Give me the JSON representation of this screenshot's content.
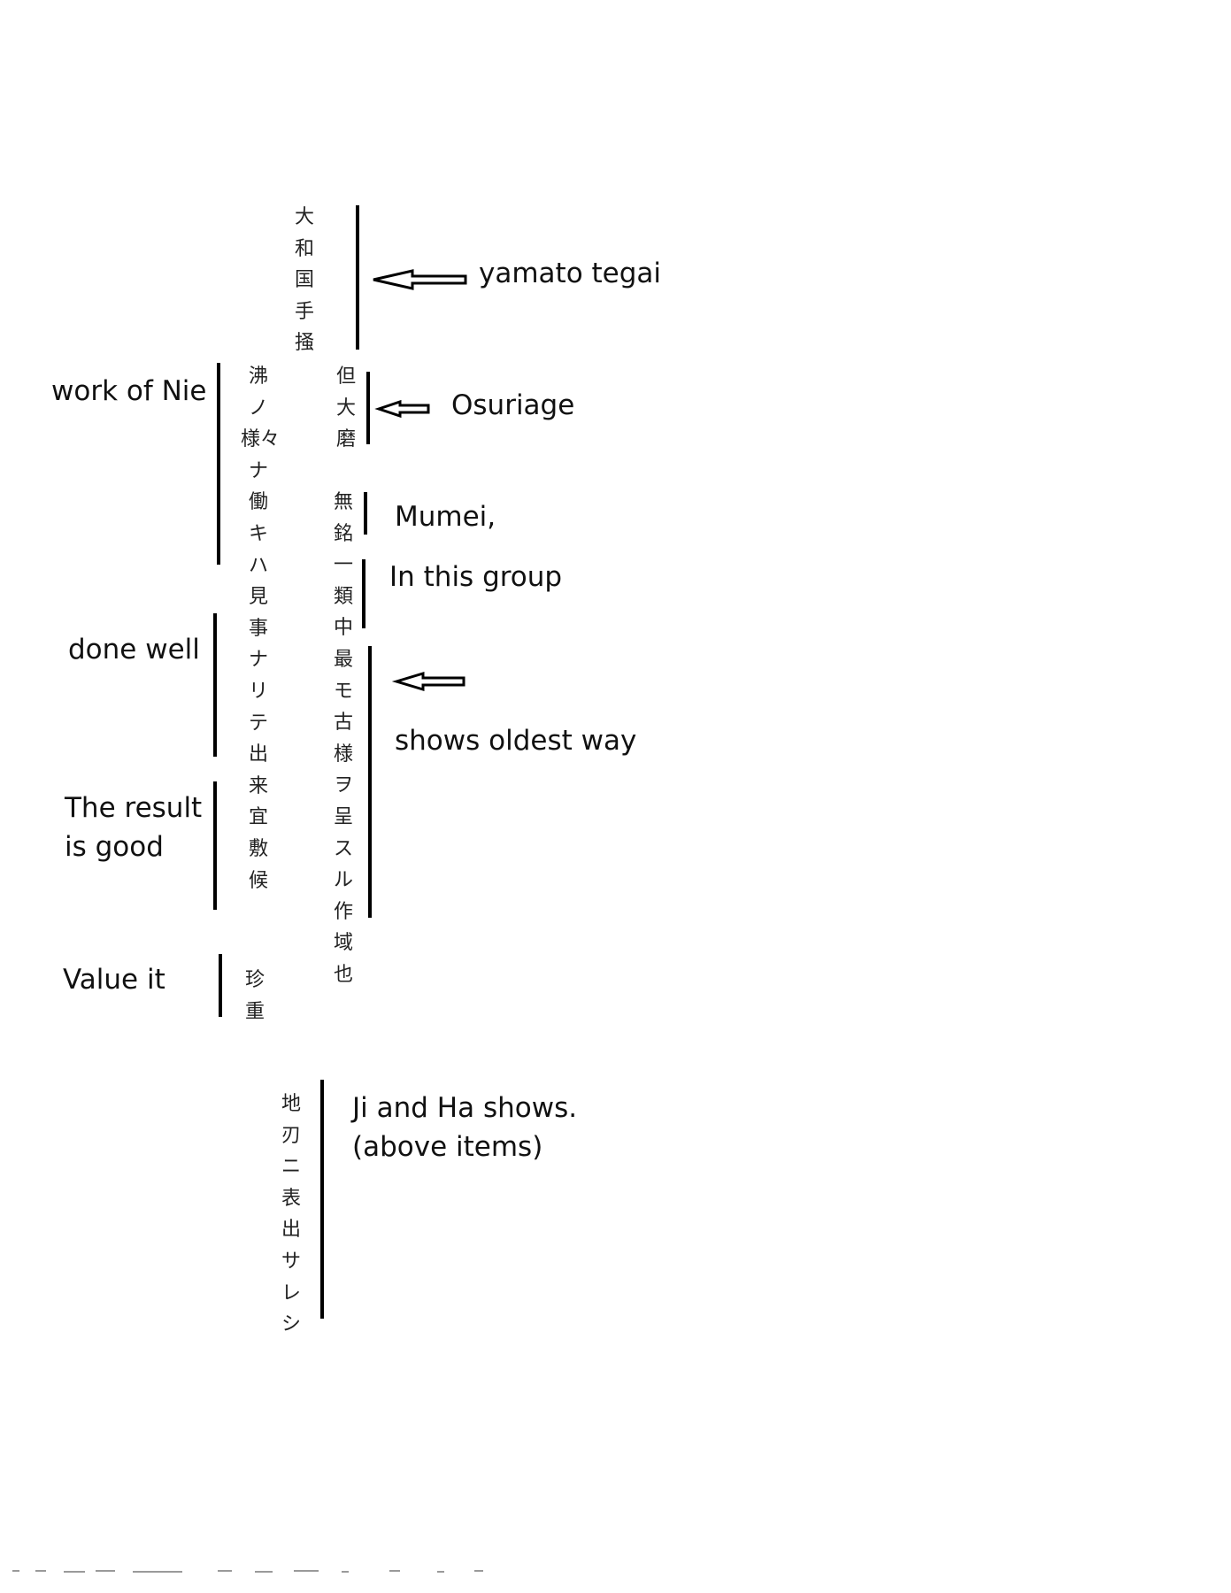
{
  "title": "",
  "kanji_columns": {
    "yamato": "大和国手掻",
    "osuriage": "但大磨",
    "mumei_group": "無銘一類中最モ古様ヲ呈スル作域也",
    "nie_work": "沸ノ様々ナ働キハ見事ナリテ出来宜敷候",
    "value": "珍重",
    "jiha": "地刃ニ表出サレシ"
  },
  "notes": {
    "yamato_tegai": "yamato tegai",
    "osuriage": "Osuriage",
    "mumei": "Mumei,",
    "in_this_group": "In this group",
    "shows_oldest_way": "shows oldest way",
    "work_of_nie": "work of Nie",
    "done_well": "done well",
    "result_line1": "The result",
    "result_line2": "is good",
    "value_it": "Value it",
    "jiha_line1": "Ji and Ha shows.",
    "jiha_line2": "(above items)"
  },
  "colors": {
    "background": "#ffffff",
    "ink": "#000000",
    "kanji": "#222222"
  },
  "icons": [
    "left-arrow-icon",
    "left-arrow-icon",
    "left-arrow-icon"
  ]
}
